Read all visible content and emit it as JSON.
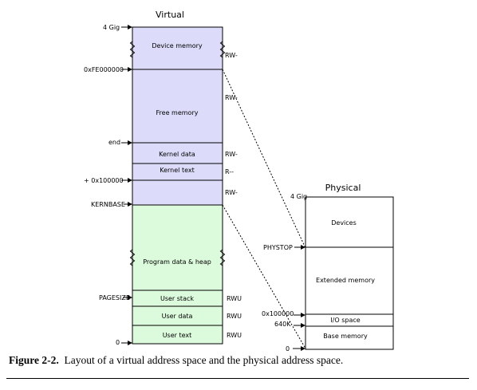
{
  "virtual": {
    "title": "Virtual",
    "regions": [
      {
        "key": "device",
        "label": "Device memory",
        "perm": "RW-"
      },
      {
        "key": "free",
        "label": "Free memory",
        "perm": "RW-"
      },
      {
        "key": "kdata",
        "label": "Kernel data",
        "perm": "RW-"
      },
      {
        "key": "ktext",
        "label": "Kernel text",
        "perm": "R--"
      },
      {
        "key": "kmisc",
        "label": "",
        "perm": "RW-"
      },
      {
        "key": "heap",
        "label": "Program data & heap",
        "perm": ""
      },
      {
        "key": "ustack",
        "label": "User stack",
        "perm": "RWU"
      },
      {
        "key": "udata",
        "label": "User data",
        "perm": "RWU"
      },
      {
        "key": "utext",
        "label": "User text",
        "perm": "RWU"
      }
    ],
    "addresses": {
      "top": "4 Gig",
      "fe": "0xFE000000",
      "end": "end",
      "k100": "+ 0x100000",
      "kernbase": "KERNBASE",
      "pagesize": "PAGESIZE",
      "zero": "0"
    }
  },
  "physical": {
    "title": "Physical",
    "regions": [
      {
        "key": "devices",
        "label": "Devices"
      },
      {
        "key": "ext",
        "label": "Extended memory"
      },
      {
        "key": "io",
        "label": "I/O space"
      },
      {
        "key": "base",
        "label": "Base memory"
      }
    ],
    "addresses": {
      "top": "4 Gig",
      "phystop": "PHYSTOP",
      "p100": "0x100000",
      "k640": "640K",
      "zero": "0"
    }
  },
  "caption": {
    "figure": "Figure 2-2.",
    "text": "Layout of a virtual address space and the physical address space."
  },
  "colors": {
    "kernel_fill": "#dcdcfa",
    "user_fill": "#dcfadc",
    "physical_fill": "#ffffff",
    "line": "#000000"
  }
}
